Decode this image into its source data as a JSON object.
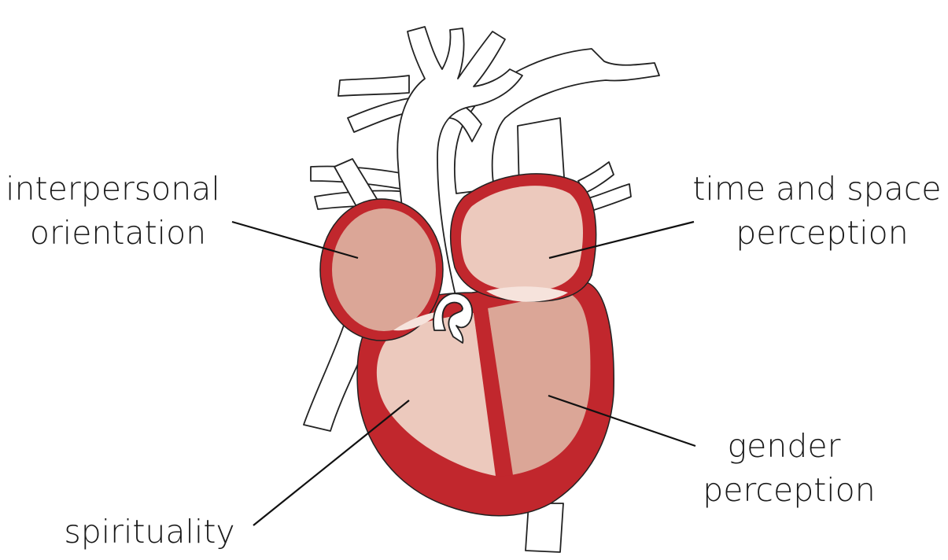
{
  "colors": {
    "myocardium": "#c1272d",
    "chamber_dark": "#dba697",
    "chamber_light": "#ecc9bd",
    "valve_highlight": "#f6e3dc",
    "vessel_fill": "#ffffff",
    "outline": "#222222"
  },
  "labels": {
    "interpersonal": [
      "interpersonal",
      "orientation"
    ],
    "time_space": [
      "time and space",
      "perception"
    ],
    "gender": [
      "gender",
      "perception"
    ],
    "spirituality": [
      "spirituality"
    ]
  }
}
